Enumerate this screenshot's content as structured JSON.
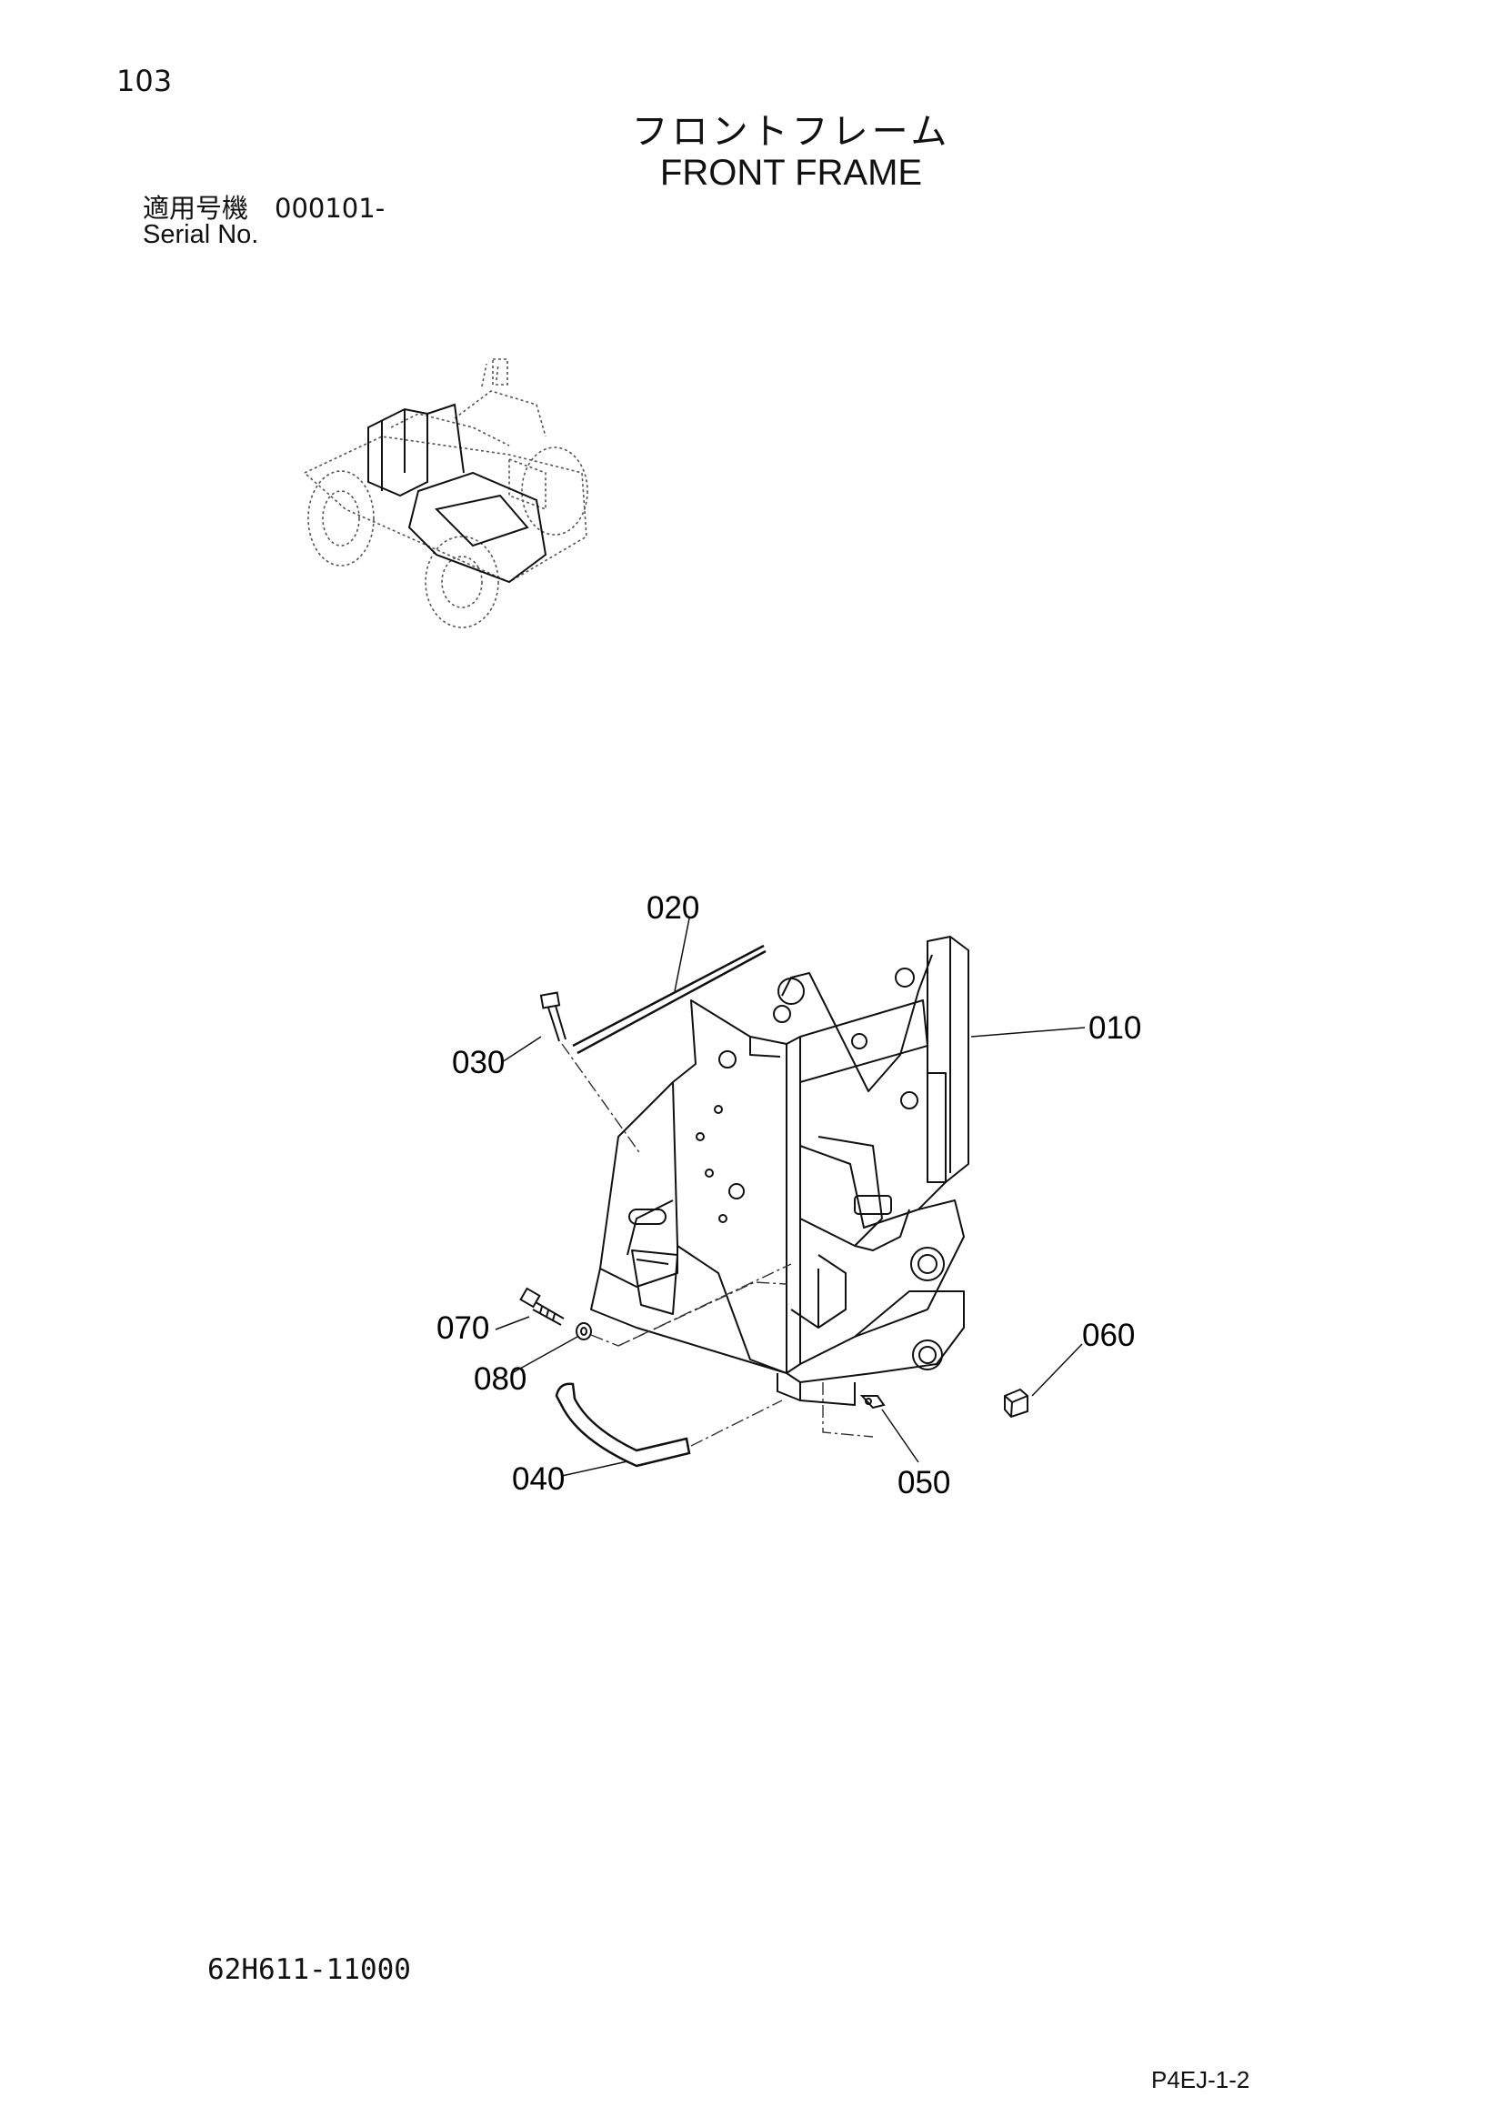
{
  "header": {
    "page_number": "103",
    "title_jp": "フロントフレーム",
    "title_en": "FRONT FRAME",
    "serial_label_jp": "適用号機　000101-",
    "serial_label_en": "Serial No."
  },
  "callouts": [
    {
      "id": "010",
      "label": "010"
    },
    {
      "id": "020",
      "label": "020"
    },
    {
      "id": "030",
      "label": "030"
    },
    {
      "id": "040",
      "label": "040"
    },
    {
      "id": "050",
      "label": "050"
    },
    {
      "id": "060",
      "label": "060"
    },
    {
      "id": "070",
      "label": "070"
    },
    {
      "id": "080",
      "label": "080"
    }
  ],
  "footer": {
    "drawing_number": "62H611-11000",
    "page_code": "P4EJ-1-2"
  }
}
